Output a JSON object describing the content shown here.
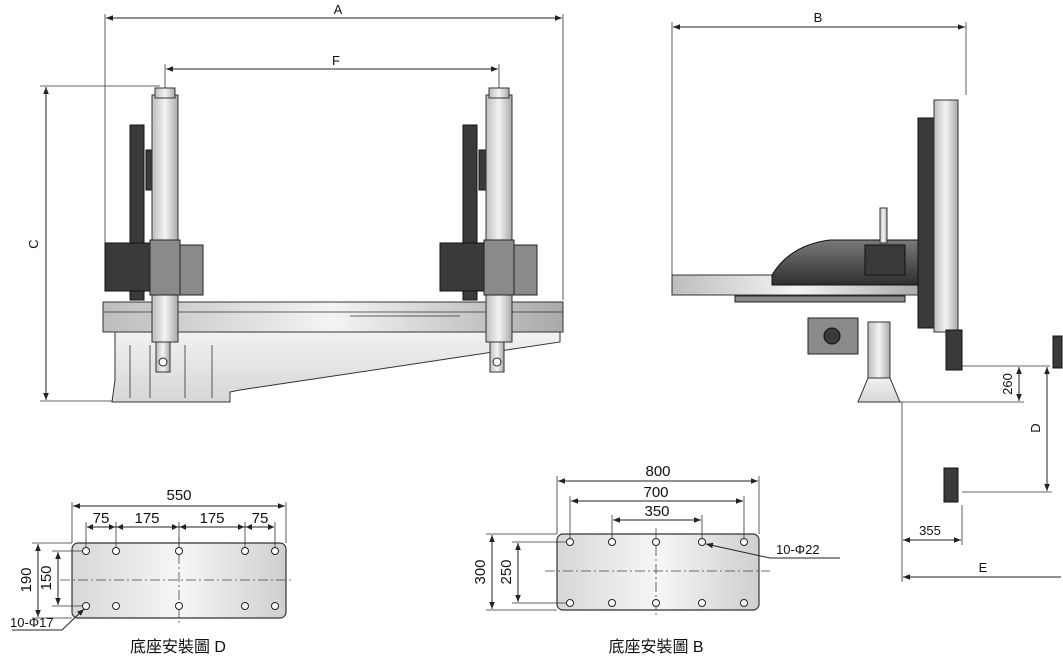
{
  "front_view": {
    "dim_a": "A",
    "dim_f": "F",
    "dim_c": "C"
  },
  "side_view": {
    "dim_b": "B",
    "dim_d": "D",
    "dim_e": "E",
    "dim_260": "260",
    "dim_355": "355"
  },
  "base_plate_d": {
    "overall_width": "550",
    "seg1": "75",
    "seg2": "175",
    "seg3": "175",
    "seg4": "75",
    "overall_height": "190",
    "inner_height": "150",
    "hole_callout": "10-Φ17",
    "caption": "底座安裝圖 D"
  },
  "base_plate_b": {
    "overall_width": "800",
    "mid_width": "700",
    "inner_width": "350",
    "overall_height": "300",
    "inner_height": "250",
    "hole_callout": "10-Φ22",
    "caption": "底座安裝圖 B"
  },
  "colors": {
    "line": "#222222",
    "metal_light": "#e8e8e8",
    "metal_dark": "#3a3a3a"
  }
}
